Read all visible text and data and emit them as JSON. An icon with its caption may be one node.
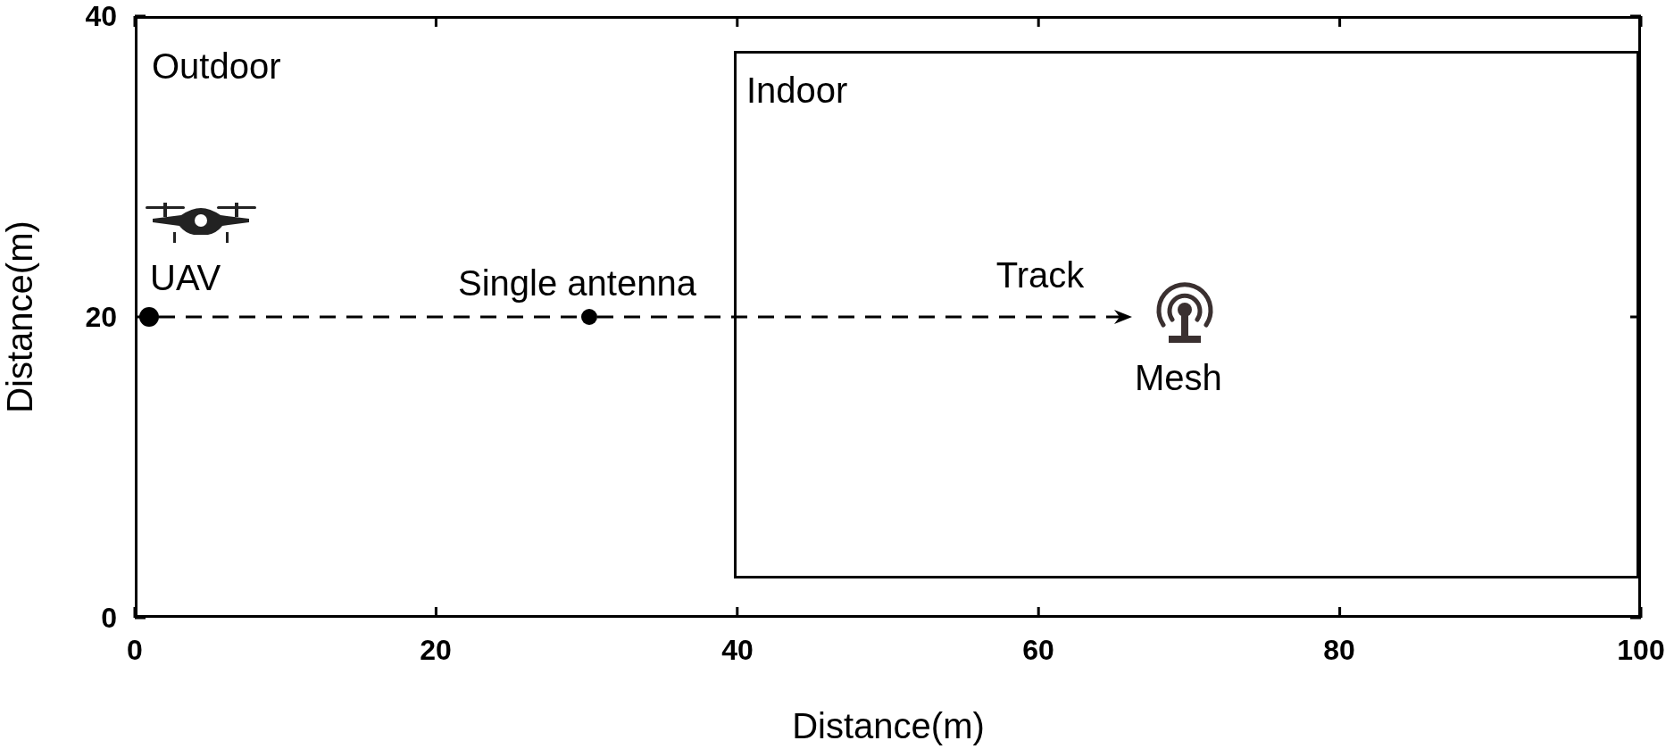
{
  "diagram": {
    "nodes": [
      {
        "text": [
          "Outdoor"
        ]
      },
      {
        "text": [
          "Indoor"
        ],
        "in": 0
      },
      {
        "text": [
          "UAV"
        ],
        "in": 0
      },
      {
        "text": [],
        "shape": "circle",
        "in": 0
      },
      {
        "text": [],
        "shape": "circle",
        "in": 0,
        "beside": [
          "Single antenna"
        ]
      },
      {
        "text": [
          "Mesh"
        ],
        "in": 1
      }
    ],
    "edges": [
      {
        "from": 3,
        "to": 4,
        "arrow": "none",
        "style": "dashed"
      },
      {
        "from": 4,
        "to": 5,
        "arrow": "to",
        "style": "dashed",
        "label": "Track"
      }
    ],
    "labels": [
      "40",
      "Distance(m)",
      "20",
      "0",
      "0",
      "20",
      "40",
      "60",
      "80",
      "100",
      "Distance(m)"
    ]
  }
}
